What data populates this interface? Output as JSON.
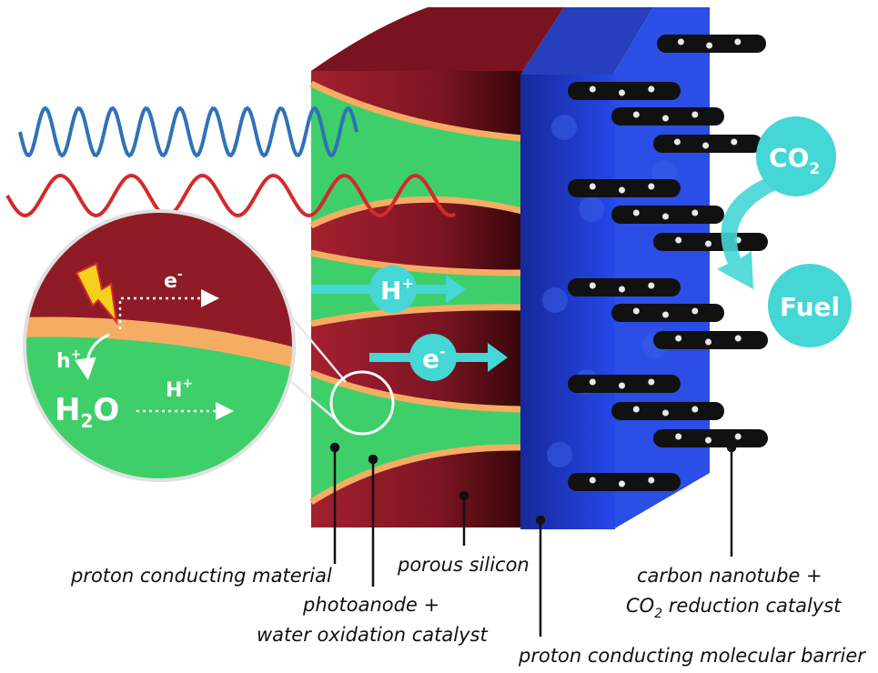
{
  "colors": {
    "silicon_dark": "#5a0f18",
    "silicon": "#9c1e2a",
    "proton_material": "#3ecf6a",
    "photoanode": "#f4ad63",
    "barrier": "#1e3fd6",
    "arrow": "#45d6d6",
    "wave_blue": "#2f72b8",
    "wave_red": "#d42a2a",
    "nanotube": "#111111"
  },
  "inset": {
    "electron": "e",
    "electron_sup": "-",
    "hole": "h",
    "hole_sup": "+",
    "proton": "H",
    "proton_sup": "+",
    "water_h": "H",
    "water_sub": "2",
    "water_o": "O",
    "lightning_icon": "lightning-bolt-icon"
  },
  "flow": {
    "proton": "H",
    "proton_sup": "+",
    "electron": "e",
    "electron_sup": "-"
  },
  "bubbles": {
    "co2_main": "CO",
    "co2_sub": "2",
    "fuel": "Fuel"
  },
  "labels": {
    "proton_conducting_material": "proton conducting material",
    "photoanode_line1": "photoanode +",
    "photoanode_line2": "water oxidation catalyst",
    "porous_silicon": "porous silicon",
    "nanotube_line1": "carbon nanotube +",
    "nanotube_line2_pre": "CO",
    "nanotube_line2_sub": "2",
    "nanotube_line2_post": " reduction catalyst",
    "barrier": "proton conducting molecular barrier"
  }
}
